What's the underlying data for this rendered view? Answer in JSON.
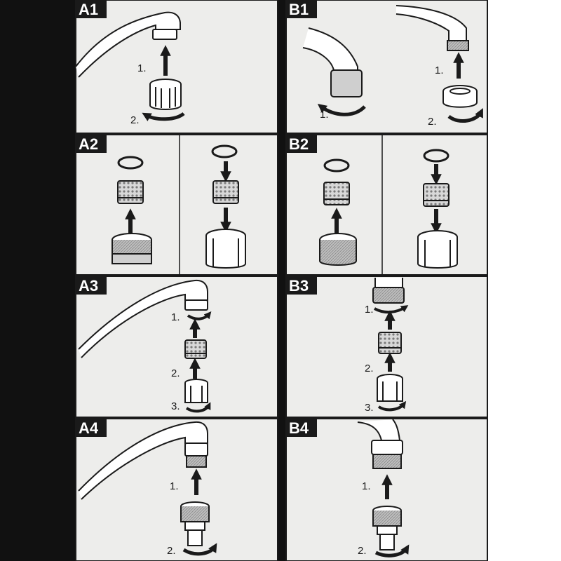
{
  "panels": [
    {
      "id": "A1",
      "tag": "A1",
      "steps": [
        "1.",
        "2."
      ]
    },
    {
      "id": "B1",
      "tag": "B1",
      "steps": [
        "1.",
        "1.",
        "2."
      ]
    },
    {
      "id": "A2",
      "tag": "A2",
      "steps": []
    },
    {
      "id": "B2",
      "tag": "B2",
      "steps": []
    },
    {
      "id": "A3",
      "tag": "A3",
      "steps": [
        "1.",
        "2.",
        "3."
      ]
    },
    {
      "id": "B3",
      "tag": "B3",
      "steps": [
        "1.",
        "2.",
        "3."
      ]
    },
    {
      "id": "A4",
      "tag": "A4",
      "steps": [
        "1.",
        "2."
      ]
    },
    {
      "id": "B4",
      "tag": "B4",
      "steps": [
        "1.",
        "2."
      ]
    }
  ],
  "colors": {
    "paper": "#ededeb",
    "ink": "#1a1a1a",
    "black_strip": "#111111",
    "tag_bg": "#1a1a1a",
    "tag_text": "#ffffff",
    "part_fill": "#ffffff",
    "part_shade": "#9a9a9a",
    "mesh": "#b5b5b5"
  },
  "icons": [
    "faucet-spout-icon",
    "aerator-housing-icon",
    "filter-insert-icon",
    "washer-ring-icon",
    "hose-adapter-icon",
    "up-arrow-icon",
    "down-arrow-icon",
    "rotate-arrow-icon"
  ]
}
